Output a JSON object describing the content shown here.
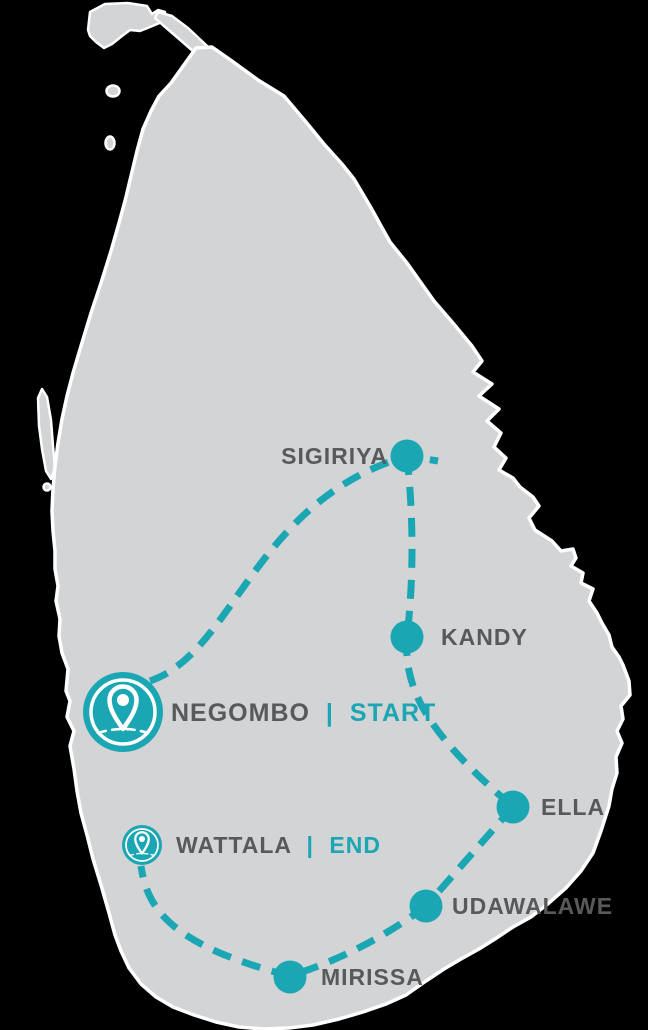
{
  "map": {
    "country": "Sri Lanka",
    "description": "Tour route map with dashed itinerary line connecting stops",
    "background": "#000000",
    "colors": {
      "island": "#d3d4d6",
      "outline": "#ffffff",
      "route": "#1ba6b4",
      "label": "#58595b",
      "marker-detail": "#ffffff"
    },
    "stops": [
      {
        "name": "SIGIRIYA"
      },
      {
        "name": "KANDY"
      },
      {
        "name": "ELLA"
      },
      {
        "name": "UDAWALAWE"
      },
      {
        "name": "MIRISSA"
      }
    ],
    "start": {
      "name": "NEGOMBO",
      "divider": "|",
      "role": "START"
    },
    "end": {
      "name": "WATTALA",
      "divider": "|",
      "role": "END"
    },
    "route_order": [
      "NEGOMBO (START)",
      "SIGIRIYA",
      "KANDY",
      "ELLA",
      "UDAWALAWE",
      "MIRISSA",
      "WATTALA (END)"
    ]
  }
}
